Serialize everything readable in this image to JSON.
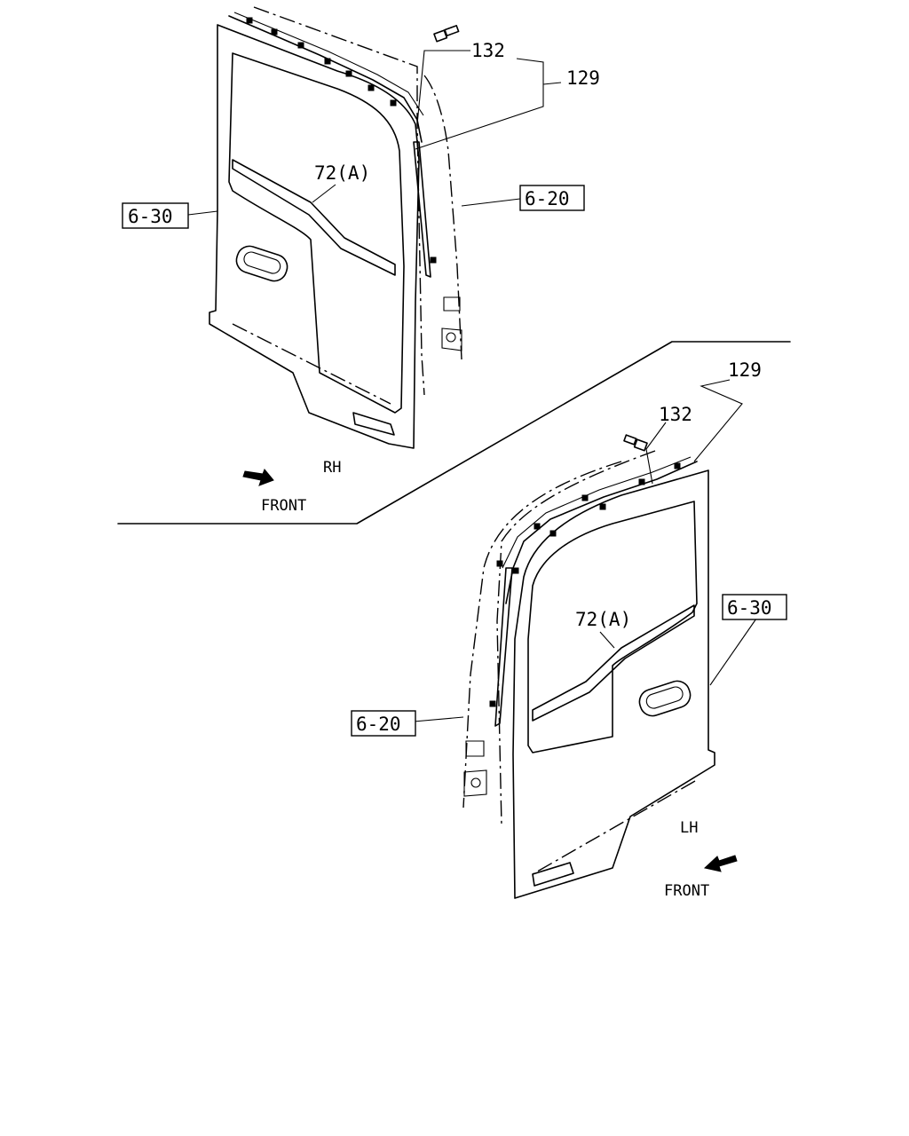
{
  "rh": {
    "side": "RH",
    "front": "FRONT",
    "labels": {
      "p132": "132",
      "p129": "129",
      "p72a": "72(A)",
      "ref630": "6-30",
      "ref620": "6-20"
    }
  },
  "lh": {
    "side": "LH",
    "front": "FRONT",
    "labels": {
      "p132": "132",
      "p129": "129",
      "p72a": "72(A)",
      "ref630": "6-30",
      "ref620": "6-20"
    }
  }
}
